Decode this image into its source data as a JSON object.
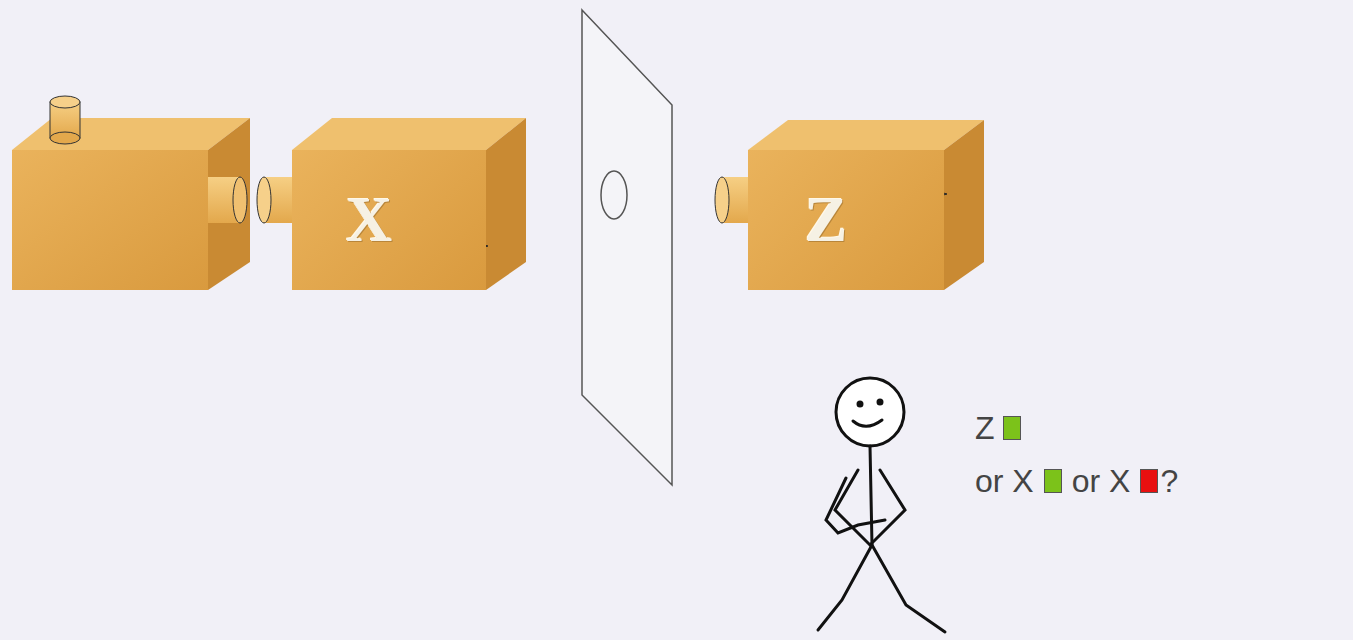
{
  "diagram": {
    "nodes": [
      {
        "text": [
          "X"
        ]
      },
      {
        "text": [
          "Z"
        ]
      }
    ],
    "labels": [
      "Z",
      "or X",
      "or X",
      "?"
    ]
  }
}
